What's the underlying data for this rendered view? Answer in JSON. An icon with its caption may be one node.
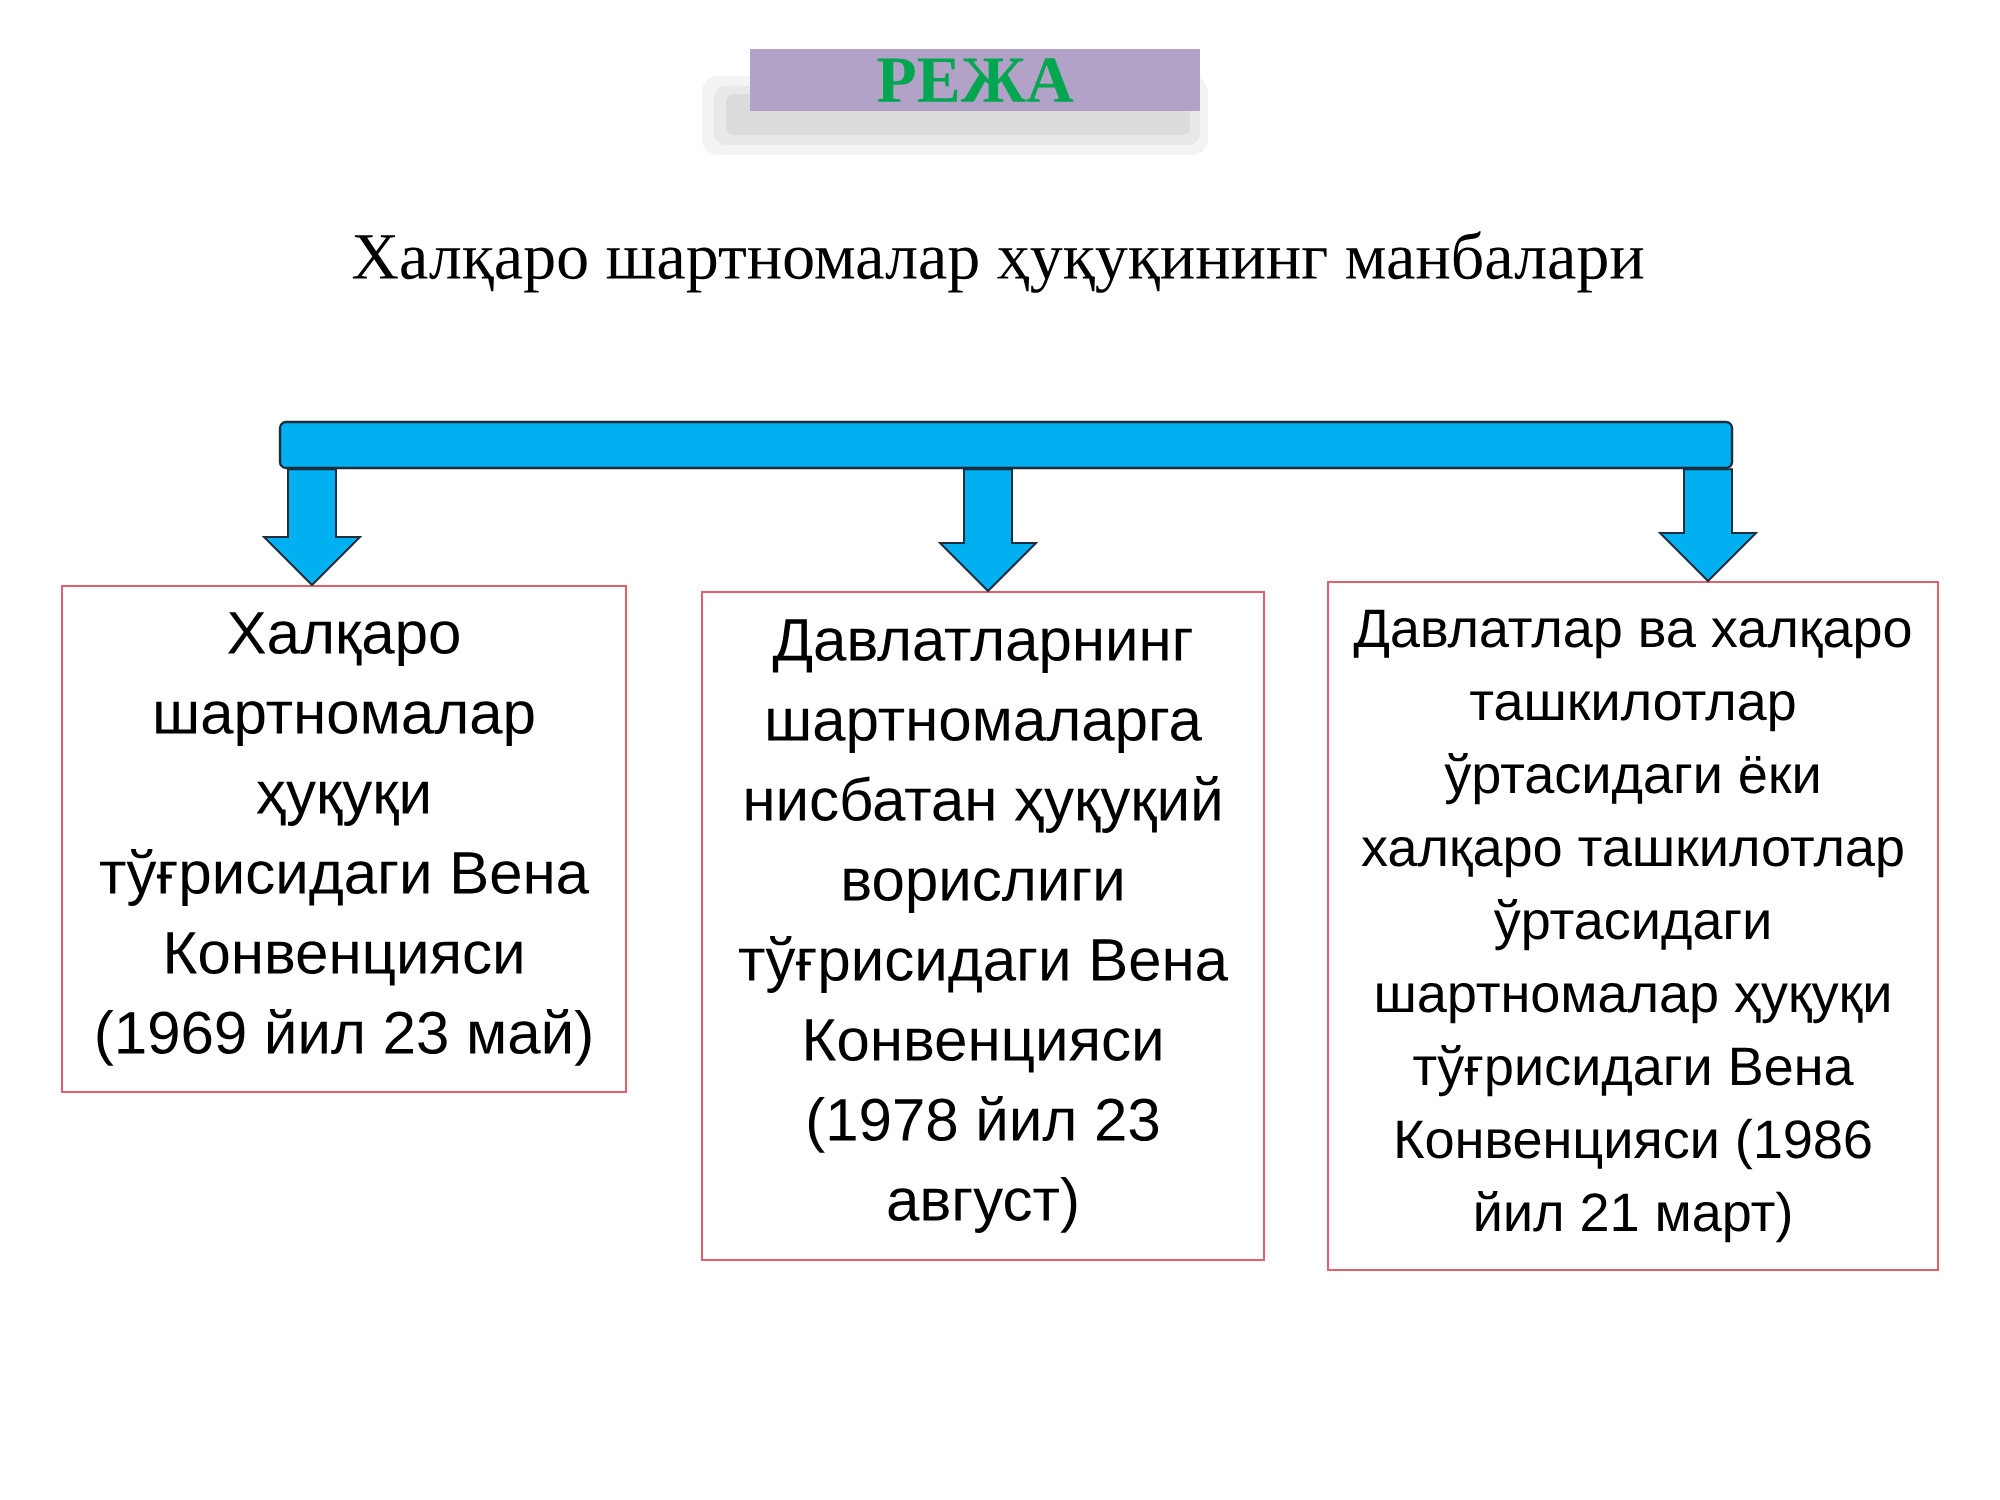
{
  "diagram": {
    "title": "Халқаро шартномалар ҳуқуқининг манбалари",
    "nodes": [
      {
        "text": [
          "РЕЖА"
        ]
      },
      {
        "text": [],
        "shape": "bar"
      },
      {
        "text": [
          "Халқаро шартномалар ҳуқуқи тўғрисидаги Вена Конвенцияси (1969 йил 23 май)"
        ]
      },
      {
        "text": [
          "Давлатларнинг шартномаларга нисбатан ҳуқуқий ворислиги тўғрисидаги Вена Конвенцияси (1978 йил 23 август)"
        ]
      },
      {
        "text": [
          "Давлатлар ва халқаро ташкилотлар ўртасидаги ёки халқаро ташкилотлар ўртасидаги шартномалар ҳуқуқи тўғрисидаги Вена Конвенцияси (1986 йил 21 март)"
        ]
      }
    ],
    "edges": [
      {
        "from": 1,
        "to": 2,
        "arrow": "to"
      },
      {
        "from": 1,
        "to": 3,
        "arrow": "to"
      },
      {
        "from": 1,
        "to": 4,
        "arrow": "to"
      }
    ]
  }
}
